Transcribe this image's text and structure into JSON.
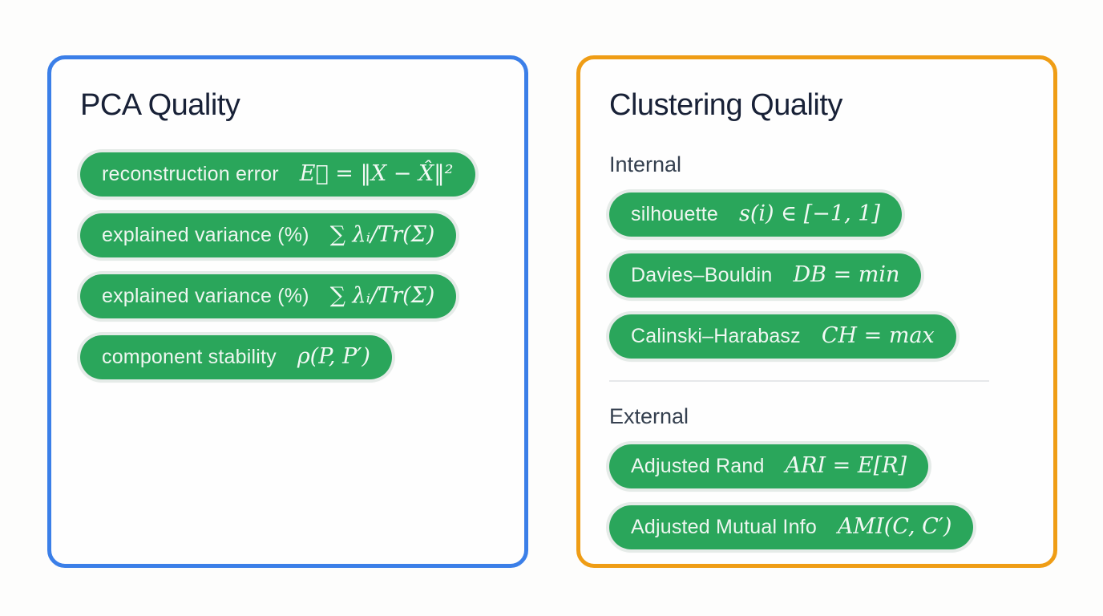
{
  "page": {
    "background_color": "#fdfdfc",
    "badge_fill_color": "#2aa65b",
    "badge_ring_color": "#e5ebe8",
    "badge_text_color": "#eef6f0",
    "title_color": "#182137"
  },
  "pca_card": {
    "accent_color": "#3b7fe8",
    "title": "PCA Quality",
    "badges": [
      {
        "label": "reconstruction error",
        "formula": "E⃗ = ‖X − X̂‖²"
      },
      {
        "label": "explained variance (%)",
        "formula": "∑ λᵢ/Tr(Σ)"
      },
      {
        "label": "explained variance (%)",
        "formula": "∑ λᵢ/Tr(Σ)"
      },
      {
        "label": "component stability",
        "formula": "ρ(P, P′)"
      }
    ]
  },
  "clustering_card": {
    "accent_color": "#ef9d15",
    "title": "Clustering Quality",
    "sections": [
      {
        "heading": "Internal",
        "badges": [
          {
            "label": "silhouette",
            "formula": "s(i) ∈ [−1, 1]"
          },
          {
            "label": "Davies–Bouldin",
            "formula": "DB = min"
          },
          {
            "label": "Calinski–Harabasz",
            "formula": "CH = max"
          }
        ]
      },
      {
        "heading": "External",
        "badges": [
          {
            "label": "Adjusted Rand",
            "formula": "ARI = E[R]"
          },
          {
            "label": "Adjusted Mutual Info",
            "formula": "AMI(C, C′)"
          }
        ]
      }
    ]
  }
}
